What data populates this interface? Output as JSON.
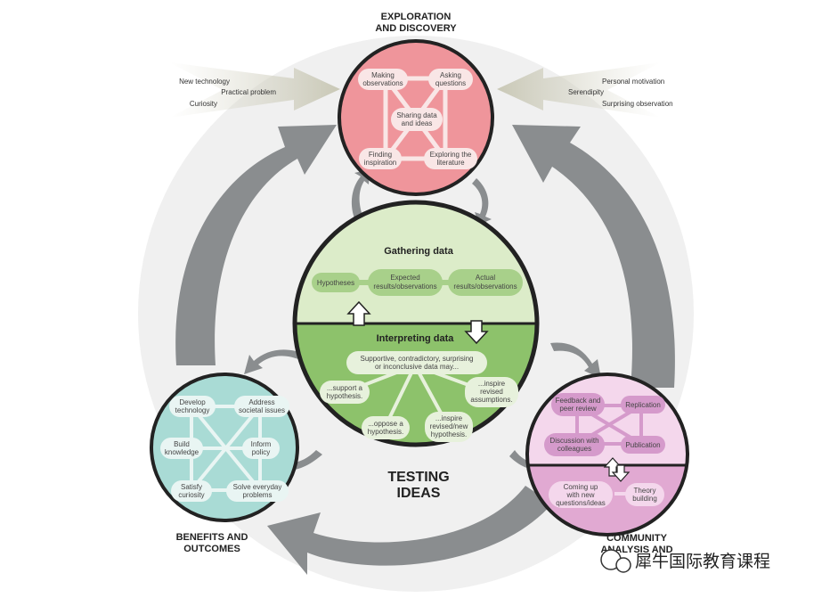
{
  "colors": {
    "exploration": "#ef959b",
    "exploration_node": "#f9e6e6",
    "gathering": "#dcecc9",
    "interpreting": "#8dc26b",
    "interpret_node": "#e7f1dc",
    "benefits": "#a9dbd5",
    "benefit_node": "#e9f5f3",
    "community_top": "#f4d7ec",
    "community_bottom": "#e1a9d2",
    "community_node": "#d59acb",
    "arrow": "#8a8d8f",
    "outline": "#222222",
    "bg_ring": "#eeeeee"
  },
  "sections": {
    "exploration_title_l1": "EXPLORATION",
    "exploration_title_l2": "AND DISCOVERY",
    "testing_l1": "TESTING",
    "testing_l2": "IDEAS",
    "benefits_l1": "BENEFITS AND",
    "benefits_l2": "OUTCOMES",
    "community_l1": "COMMUNITY",
    "community_l2": "ANALYSIS AND"
  },
  "inputs_left": [
    "New technology",
    "Practical problem",
    "Curiosity"
  ],
  "inputs_right": [
    "Personal motivation",
    "Serendipity",
    "Surprising observation"
  ],
  "exploration_nodes": {
    "making_l1": "Making",
    "making_l2": "observations",
    "asking_l1": "Asking",
    "asking_l2": "questions",
    "sharing_l1": "Sharing data",
    "sharing_l2": "and ideas",
    "finding_l1": "Finding",
    "finding_l2": "inspiration",
    "literature_l1": "Exploring the",
    "literature_l2": "literature"
  },
  "gathering": {
    "title": "Gathering data",
    "hypotheses": "Hypotheses",
    "expected_l1": "Expected",
    "expected_l2": "results/observations",
    "actual_l1": "Actual",
    "actual_l2": "results/observations"
  },
  "interpreting": {
    "title": "Interpreting data",
    "center_l1": "Supportive, contradictory, surprising",
    "center_l2": "or inconclusive data may...",
    "support_l1": "...support a",
    "support_l2": "hypothesis.",
    "oppose_l1": "...oppose a",
    "oppose_l2": "hypothesis.",
    "revised_hyp_l1": "...inspire",
    "revised_hyp_l2": "revised/new",
    "revised_hyp_l3": "hypothesis.",
    "revised_assump_l1": "...inspire",
    "revised_assump_l2": "revised",
    "revised_assump_l3": "assumptions."
  },
  "benefits_nodes": {
    "develop_l1": "Develop",
    "develop_l2": "technology",
    "address_l1": "Address",
    "address_l2": "societal issues",
    "build_l1": "Build",
    "build_l2": "knowledge",
    "inform_l1": "Inform",
    "inform_l2": "policy",
    "satisfy_l1": "Satisfy",
    "satisfy_l2": "curiosity",
    "solve_l1": "Solve everyday",
    "solve_l2": "problems"
  },
  "community_nodes": {
    "feedback_l1": "Feedback and",
    "feedback_l2": "peer review",
    "replication": "Replication",
    "discussion_l1": "Discussion with",
    "discussion_l2": "colleagues",
    "publication": "Publication",
    "coming_l1": "Coming up",
    "coming_l2": "with new",
    "coming_l3": "questions/ideas",
    "theory_l1": "Theory",
    "theory_l2": "building"
  },
  "watermark": "犀牛国际教育课程"
}
